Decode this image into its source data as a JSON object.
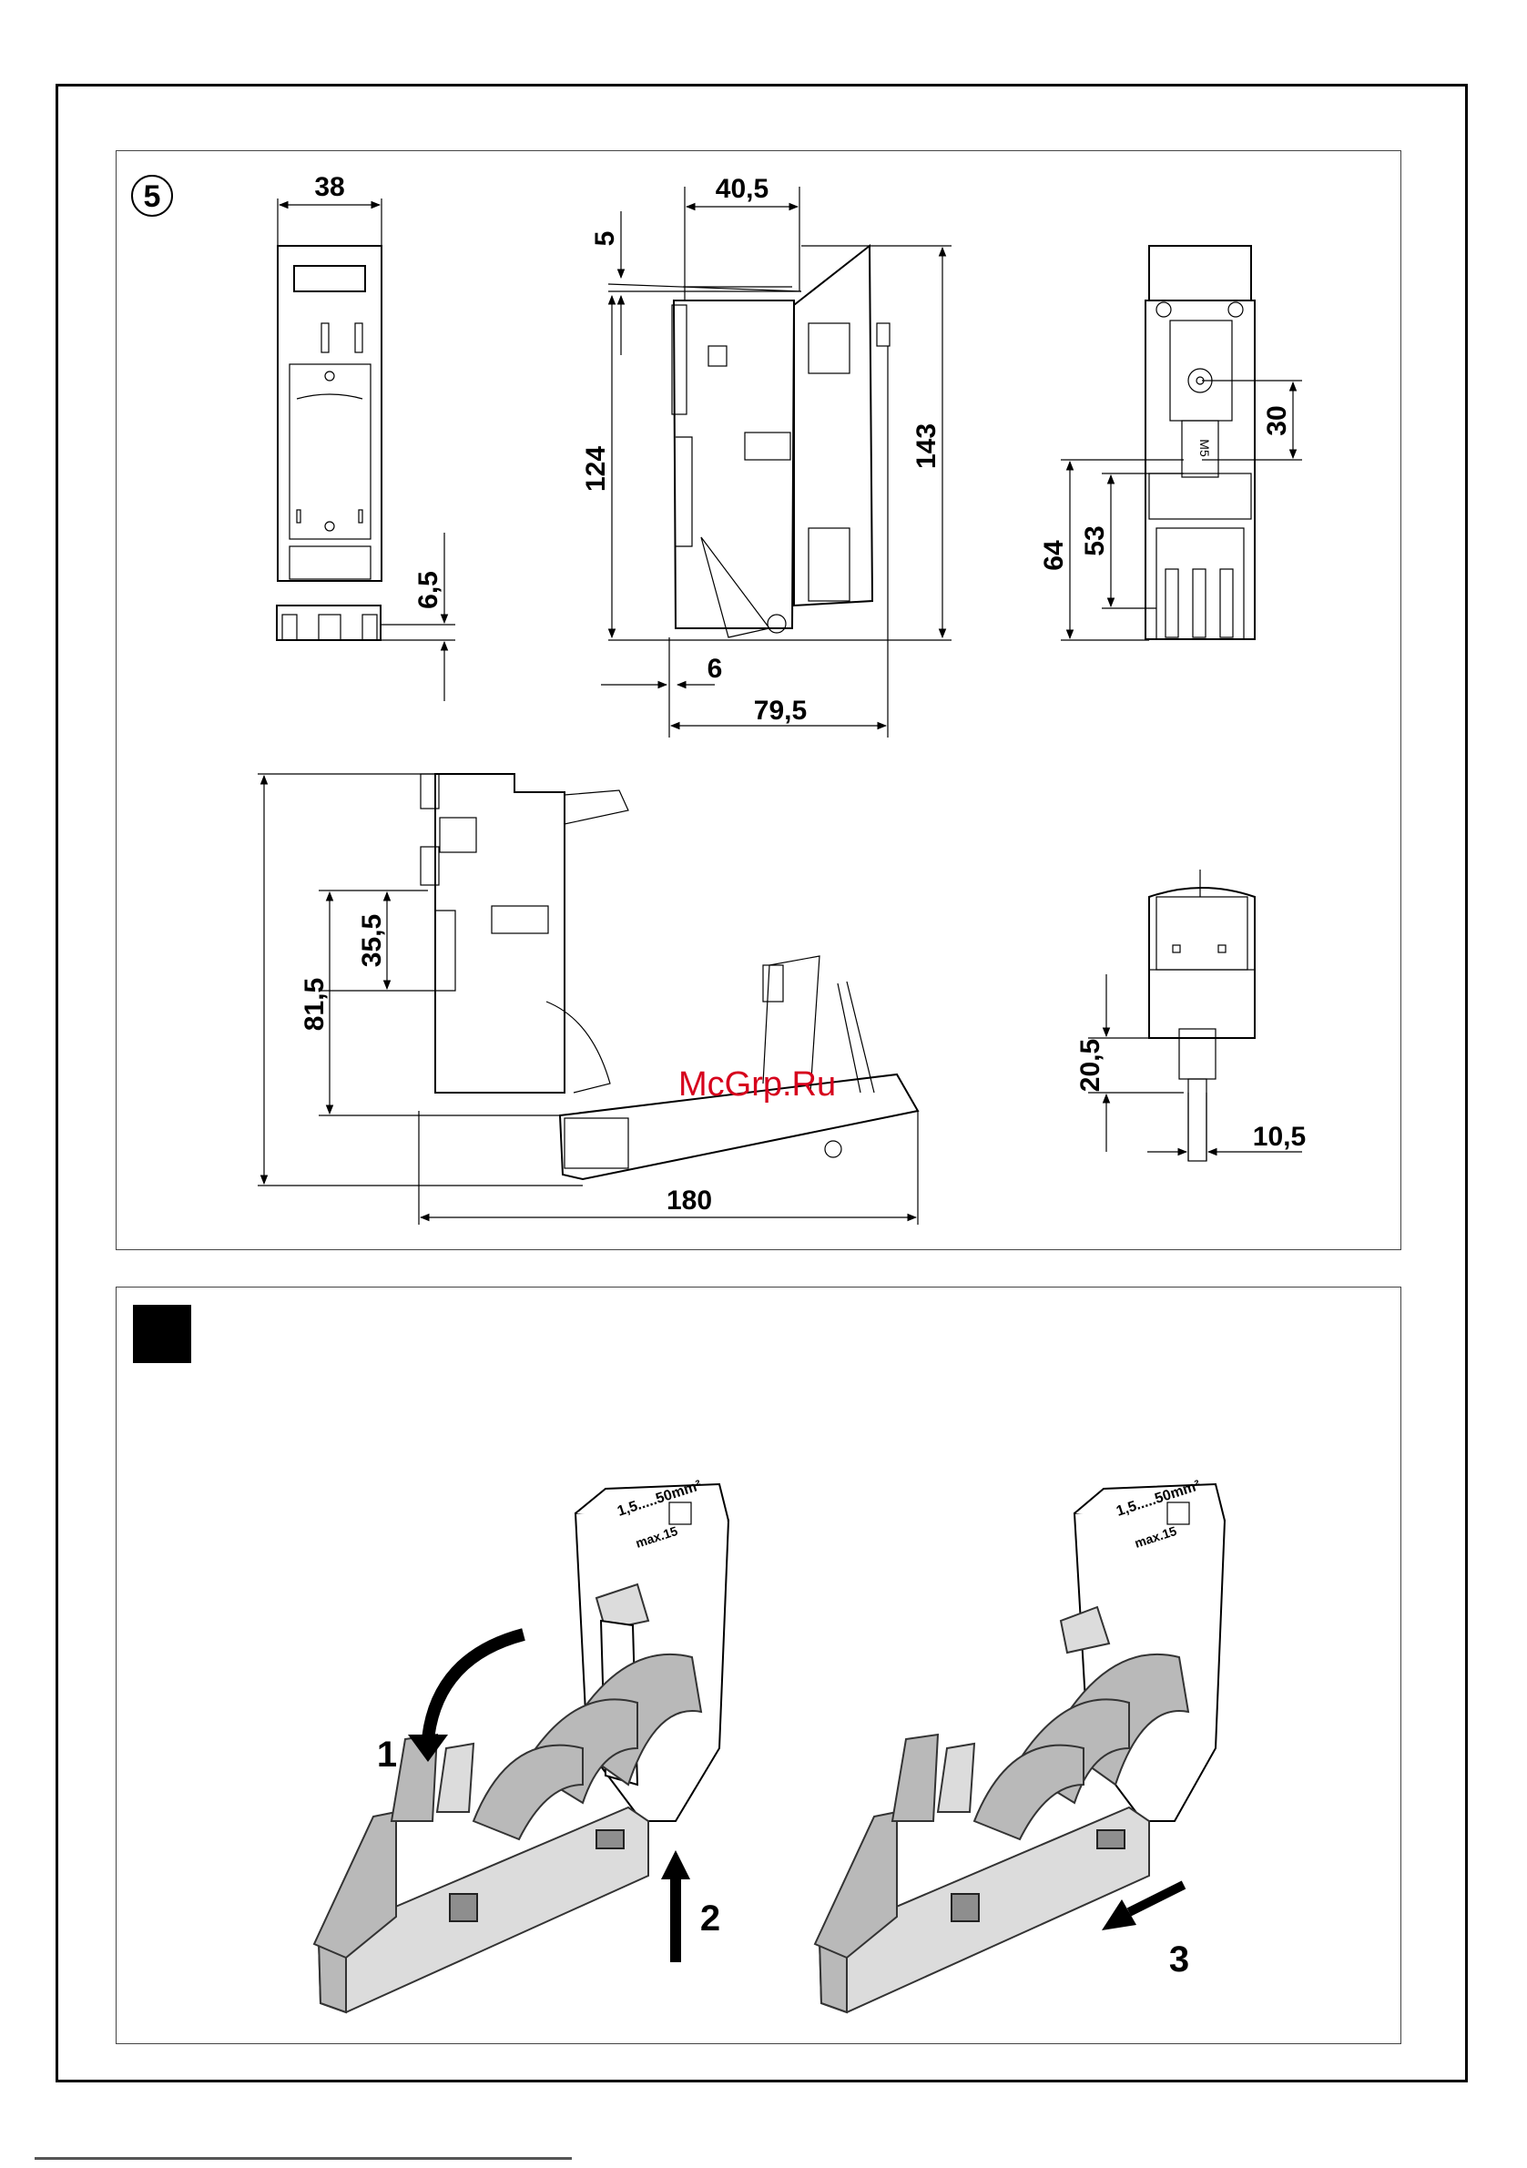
{
  "figure_number": "5",
  "watermark": "McGrp.Ru",
  "dimensions": {
    "front_width": "38",
    "front_bottom_tab": "6,5",
    "side_top_width": "40,5",
    "side_top_offset": "5",
    "side_height_inner": "124",
    "side_height_total": "143",
    "side_bottom_offset": "6",
    "side_depth": "79,5",
    "rear_upper": "30",
    "rear_mid": "53",
    "rear_lower": "64",
    "open_height": "81,5",
    "open_mid": "35,5",
    "open_length": "180",
    "small_height": "20,5",
    "small_width": "10,5"
  },
  "part_label": {
    "range": "1,5.....50mm²",
    "max": "max.15"
  },
  "step_labels": [
    "1",
    "2",
    "3"
  ]
}
